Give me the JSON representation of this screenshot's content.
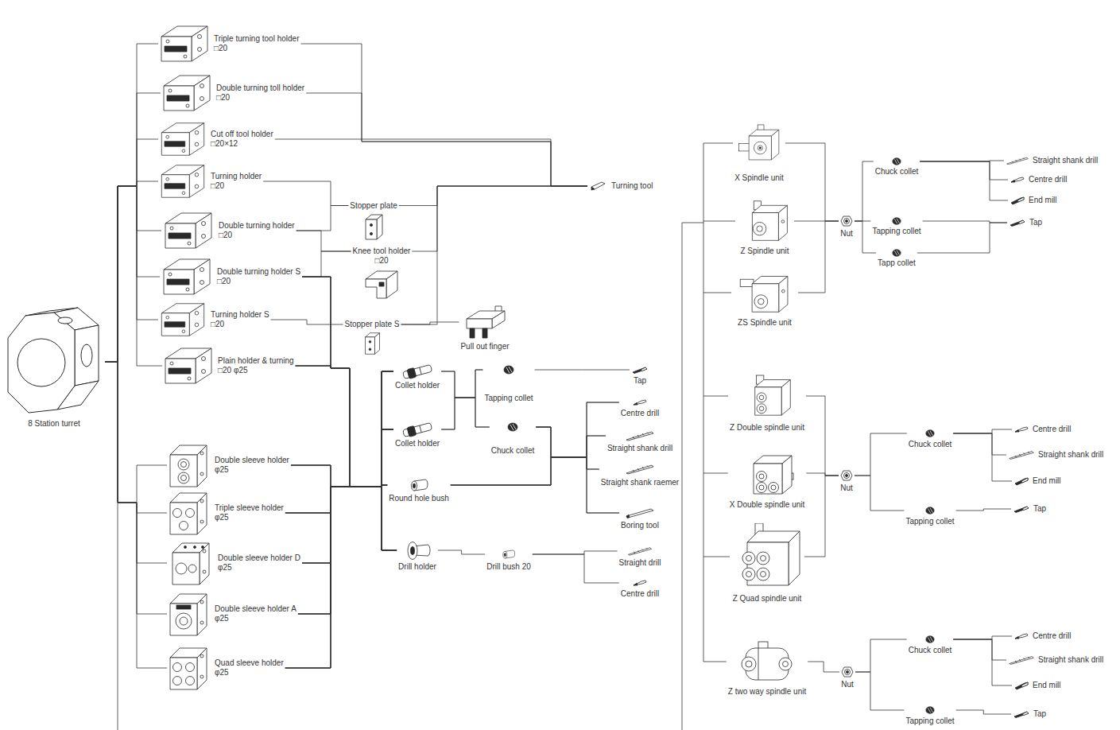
{
  "diagram": {
    "nodes": [
      {
        "text": [
          "8 Station turret"
        ]
      },
      {
        "text": [
          "Triple turning tool holder",
          "□20"
        ]
      },
      {
        "text": [
          "Double turning toll holder",
          "□20"
        ]
      },
      {
        "text": [
          "Cut off tool holder",
          "□20×12"
        ]
      },
      {
        "text": [
          "Turning holder",
          "□20"
        ]
      },
      {
        "text": [
          "Double turning holder",
          "□20"
        ]
      },
      {
        "text": [
          "Double turning holder S",
          "□20"
        ]
      },
      {
        "text": [
          "Turning holder S",
          "□20"
        ]
      },
      {
        "text": [
          "Plain holder & turning",
          "□20 φ25"
        ]
      },
      {
        "text": [
          "Double sleeve holder",
          "φ25"
        ]
      },
      {
        "text": [
          "Triple sleeve holder",
          "φ25"
        ]
      },
      {
        "text": [
          "Double sleeve holder D",
          "φ25"
        ]
      },
      {
        "text": [
          "Double sleeve holder A",
          "φ25"
        ]
      },
      {
        "text": [
          "Quad sleeve holder",
          "φ25"
        ]
      },
      {
        "text": [
          "Stopper plate"
        ]
      },
      {
        "text": [
          "Knee tool holder",
          "□20"
        ]
      },
      {
        "text": [
          "Stopper plate S"
        ]
      },
      {
        "text": [
          "Turning tool"
        ]
      },
      {
        "text": [
          "Pull out finger"
        ]
      },
      {
        "text": [
          "Collet holder"
        ]
      },
      {
        "text": [
          "Collet holder"
        ]
      },
      {
        "text": [
          "Round hole bush"
        ]
      },
      {
        "text": [
          "Drill holder"
        ]
      },
      {
        "text": [
          "Tapping collet"
        ]
      },
      {
        "text": [
          "Chuck collet"
        ]
      },
      {
        "text": [
          "Drill bush 20"
        ]
      },
      {
        "text": [
          "Tap"
        ]
      },
      {
        "text": [
          "Centre drill"
        ]
      },
      {
        "text": [
          "Straight shank drill"
        ]
      },
      {
        "text": [
          "Straight shank raemer"
        ]
      },
      {
        "text": [
          "Boring tool"
        ]
      },
      {
        "text": [
          "Straight drill"
        ]
      },
      {
        "text": [
          "Centre drill"
        ]
      },
      {
        "text": [
          "X Spindle unit"
        ]
      },
      {
        "text": [
          "Z Spindle unit"
        ]
      },
      {
        "text": [
          "ZS Spindle unit"
        ]
      },
      {
        "text": [
          "Nut"
        ]
      },
      {
        "text": [
          "Chuck collet"
        ]
      },
      {
        "text": [
          "Tapping collet"
        ]
      },
      {
        "text": [
          "Tapp collet"
        ]
      },
      {
        "text": [
          "Straight shank drill"
        ]
      },
      {
        "text": [
          "Centre drill"
        ]
      },
      {
        "text": [
          "End mill"
        ]
      },
      {
        "text": [
          "Tap"
        ]
      },
      {
        "text": [
          "Z Double spindle unit"
        ]
      },
      {
        "text": [
          "X Double spindle unit"
        ]
      },
      {
        "text": [
          "Z Quad spindle unit"
        ]
      },
      {
        "text": [
          "Nut"
        ]
      },
      {
        "text": [
          "Chuck collet"
        ]
      },
      {
        "text": [
          "Tapping collet"
        ]
      },
      {
        "text": [
          "Centre drill"
        ]
      },
      {
        "text": [
          "Straight shank drill"
        ]
      },
      {
        "text": [
          "End mill"
        ]
      },
      {
        "text": [
          "Tap"
        ]
      },
      {
        "text": [
          "Z two way spindle unit"
        ]
      },
      {
        "text": [
          "Nut"
        ]
      },
      {
        "text": [
          "Chuck collet"
        ]
      },
      {
        "text": [
          "Tapping collet"
        ]
      },
      {
        "text": [
          "Centre drill"
        ]
      },
      {
        "text": [
          "Straight shank drill"
        ]
      },
      {
        "text": [
          "End mill"
        ]
      },
      {
        "text": [
          "Tap"
        ]
      }
    ],
    "edges": [
      {
        "from": 0,
        "to": 1,
        "arrow": "none"
      },
      {
        "from": 0,
        "to": 2,
        "arrow": "none"
      },
      {
        "from": 0,
        "to": 3,
        "arrow": "none"
      },
      {
        "from": 0,
        "to": 4,
        "arrow": "none"
      },
      {
        "from": 0,
        "to": 5,
        "arrow": "none"
      },
      {
        "from": 0,
        "to": 6,
        "arrow": "none"
      },
      {
        "from": 0,
        "to": 7,
        "arrow": "none"
      },
      {
        "from": 0,
        "to": 8,
        "arrow": "none"
      },
      {
        "from": 0,
        "to": 9,
        "arrow": "none"
      },
      {
        "from": 0,
        "to": 10,
        "arrow": "none"
      },
      {
        "from": 0,
        "to": 11,
        "arrow": "none"
      },
      {
        "from": 0,
        "to": 12,
        "arrow": "none"
      },
      {
        "from": 0,
        "to": 13,
        "arrow": "none"
      },
      {
        "from": 1,
        "to": 17,
        "arrow": "none"
      },
      {
        "from": 2,
        "to": 17,
        "arrow": "none"
      },
      {
        "from": 3,
        "to": 17,
        "arrow": "none"
      },
      {
        "from": 4,
        "to": 14,
        "arrow": "none"
      },
      {
        "from": 5,
        "to": 14,
        "arrow": "none"
      },
      {
        "from": 5,
        "to": 15,
        "arrow": "none"
      },
      {
        "from": 6,
        "to": 15,
        "arrow": "none"
      },
      {
        "from": 7,
        "to": 16,
        "arrow": "none"
      },
      {
        "from": 14,
        "to": 17,
        "arrow": "none"
      },
      {
        "from": 15,
        "to": 17,
        "arrow": "none"
      },
      {
        "from": 16,
        "to": 17,
        "arrow": "none"
      },
      {
        "from": 16,
        "to": 18,
        "arrow": "none"
      },
      {
        "from": 6,
        "to": 19,
        "arrow": "none"
      },
      {
        "from": 6,
        "to": 20,
        "arrow": "none"
      },
      {
        "from": 6,
        "to": 21,
        "arrow": "none"
      },
      {
        "from": 6,
        "to": 22,
        "arrow": "none"
      },
      {
        "from": 8,
        "to": 19,
        "arrow": "none"
      },
      {
        "from": 8,
        "to": 20,
        "arrow": "none"
      },
      {
        "from": 8,
        "to": 21,
        "arrow": "none"
      },
      {
        "from": 8,
        "to": 22,
        "arrow": "none"
      },
      {
        "from": 9,
        "to": 19,
        "arrow": "none"
      },
      {
        "from": 9,
        "to": 20,
        "arrow": "none"
      },
      {
        "from": 9,
        "to": 21,
        "arrow": "none"
      },
      {
        "from": 9,
        "to": 22,
        "arrow": "none"
      },
      {
        "from": 10,
        "to": 19,
        "arrow": "none"
      },
      {
        "from": 10,
        "to": 20,
        "arrow": "none"
      },
      {
        "from": 10,
        "to": 21,
        "arrow": "none"
      },
      {
        "from": 10,
        "to": 22,
        "arrow": "none"
      },
      {
        "from": 11,
        "to": 19,
        "arrow": "none"
      },
      {
        "from": 11,
        "to": 20,
        "arrow": "none"
      },
      {
        "from": 11,
        "to": 21,
        "arrow": "none"
      },
      {
        "from": 11,
        "to": 22,
        "arrow": "none"
      },
      {
        "from": 12,
        "to": 19,
        "arrow": "none"
      },
      {
        "from": 12,
        "to": 20,
        "arrow": "none"
      },
      {
        "from": 12,
        "to": 21,
        "arrow": "none"
      },
      {
        "from": 12,
        "to": 22,
        "arrow": "none"
      },
      {
        "from": 13,
        "to": 19,
        "arrow": "none"
      },
      {
        "from": 13,
        "to": 20,
        "arrow": "none"
      },
      {
        "from": 13,
        "to": 21,
        "arrow": "none"
      },
      {
        "from": 13,
        "to": 22,
        "arrow": "none"
      },
      {
        "from": 19,
        "to": 23,
        "arrow": "none"
      },
      {
        "from": 19,
        "to": 24,
        "arrow": "none"
      },
      {
        "from": 20,
        "to": 23,
        "arrow": "none"
      },
      {
        "from": 20,
        "to": 24,
        "arrow": "none"
      },
      {
        "from": 23,
        "to": 26,
        "arrow": "none"
      },
      {
        "from": 24,
        "to": 27,
        "arrow": "none"
      },
      {
        "from": 24,
        "to": 28,
        "arrow": "none"
      },
      {
        "from": 24,
        "to": 29,
        "arrow": "none"
      },
      {
        "from": 24,
        "to": 30,
        "arrow": "none"
      },
      {
        "from": 21,
        "to": 27,
        "arrow": "none"
      },
      {
        "from": 21,
        "to": 28,
        "arrow": "none"
      },
      {
        "from": 21,
        "to": 29,
        "arrow": "none"
      },
      {
        "from": 21,
        "to": 30,
        "arrow": "none"
      },
      {
        "from": 22,
        "to": 25,
        "arrow": "none"
      },
      {
        "from": 25,
        "to": 31,
        "arrow": "none"
      },
      {
        "from": 25,
        "to": 32,
        "arrow": "none"
      },
      {
        "from": 33,
        "to": 36,
        "arrow": "none"
      },
      {
        "from": 34,
        "to": 36,
        "arrow": "none"
      },
      {
        "from": 35,
        "to": 36,
        "arrow": "none"
      },
      {
        "from": 36,
        "to": 37,
        "arrow": "none"
      },
      {
        "from": 36,
        "to": 38,
        "arrow": "none"
      },
      {
        "from": 36,
        "to": 39,
        "arrow": "none"
      },
      {
        "from": 37,
        "to": 40,
        "arrow": "none"
      },
      {
        "from": 37,
        "to": 41,
        "arrow": "none"
      },
      {
        "from": 37,
        "to": 42,
        "arrow": "none"
      },
      {
        "from": 38,
        "to": 43,
        "arrow": "none"
      },
      {
        "from": 39,
        "to": 43,
        "arrow": "none"
      },
      {
        "from": 44,
        "to": 47,
        "arrow": "none"
      },
      {
        "from": 45,
        "to": 47,
        "arrow": "none"
      },
      {
        "from": 46,
        "to": 47,
        "arrow": "none"
      },
      {
        "from": 47,
        "to": 48,
        "arrow": "none"
      },
      {
        "from": 47,
        "to": 49,
        "arrow": "none"
      },
      {
        "from": 48,
        "to": 50,
        "arrow": "none"
      },
      {
        "from": 48,
        "to": 51,
        "arrow": "none"
      },
      {
        "from": 48,
        "to": 52,
        "arrow": "none"
      },
      {
        "from": 49,
        "to": 53,
        "arrow": "none"
      },
      {
        "from": 54,
        "to": 55,
        "arrow": "none"
      },
      {
        "from": 55,
        "to": 56,
        "arrow": "none"
      },
      {
        "from": 55,
        "to": 57,
        "arrow": "none"
      },
      {
        "from": 56,
        "to": 58,
        "arrow": "none"
      },
      {
        "from": 56,
        "to": 59,
        "arrow": "none"
      },
      {
        "from": 56,
        "to": 60,
        "arrow": "none"
      },
      {
        "from": 57,
        "to": 61,
        "arrow": "none"
      }
    ]
  }
}
